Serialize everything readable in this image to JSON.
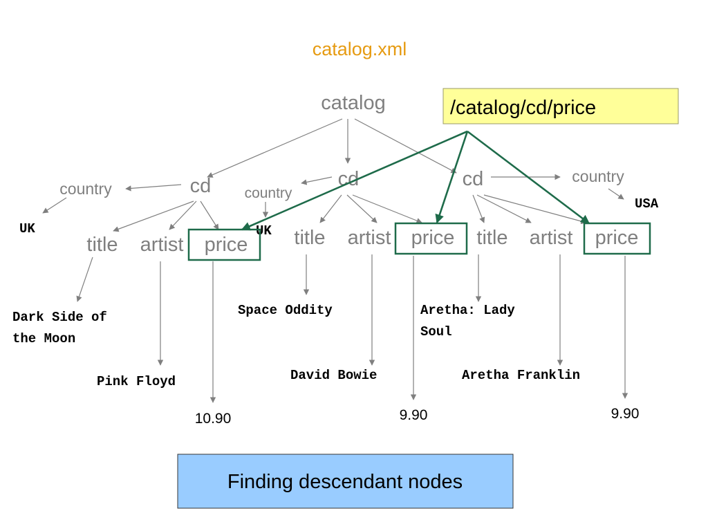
{
  "title": "catalog.xml",
  "xpath": "/catalog/cd/price",
  "caption": "Finding descendant nodes",
  "root": "catalog",
  "cds": [
    {
      "label": "cd",
      "country": {
        "label": "country",
        "value": "UK"
      },
      "title": {
        "label": "title",
        "value_lines": [
          "Dark Side of",
          "the Moon"
        ]
      },
      "artist": {
        "label": "artist",
        "value": "Pink Floyd"
      },
      "price": {
        "label": "price",
        "value": "10.90"
      }
    },
    {
      "label": "cd",
      "country": {
        "label": "country",
        "value": "UK"
      },
      "title": {
        "label": "title",
        "value_lines": [
          "Space Oddity"
        ]
      },
      "artist": {
        "label": "artist",
        "value": "David Bowie"
      },
      "price": {
        "label": "price",
        "value": "9.90"
      }
    },
    {
      "label": "cd",
      "country": {
        "label": "country",
        "value": "USA"
      },
      "title": {
        "label": "title",
        "value_lines": [
          "Aretha: Lady",
          "Soul"
        ]
      },
      "artist": {
        "label": "artist",
        "value": "Aretha Franklin"
      },
      "price": {
        "label": "price",
        "value": "9.90"
      }
    }
  ],
  "colors": {
    "title": "#e69b12",
    "xpath_box_fill": "#ffff99",
    "caption_box_fill": "#99ccff",
    "highlight": "#1e6b4a",
    "node_text": "#7f7f7f"
  }
}
